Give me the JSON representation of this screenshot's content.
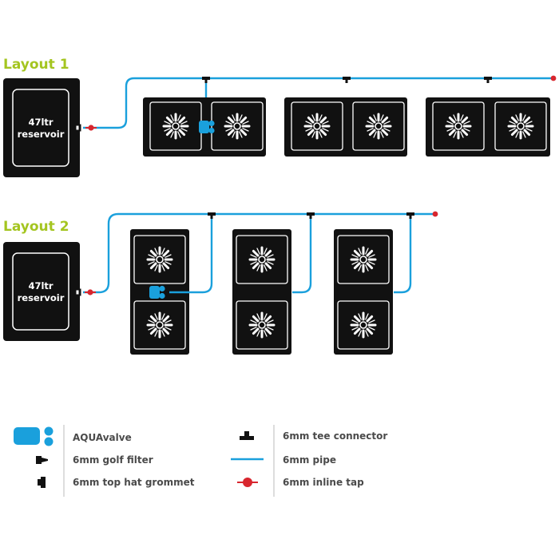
{
  "layouts": [
    {
      "title": "Layout 1",
      "reservoir": {
        "line1": "47ltr",
        "line2": "reservoir"
      }
    },
    {
      "title": "Layout 2",
      "reservoir": {
        "line1": "47ltr",
        "line2": "reservoir"
      }
    }
  ],
  "legend": [
    {
      "icon": "aquavalve-icon",
      "label": "AQUAvalve"
    },
    {
      "icon": "golf-filter-icon",
      "label": "6mm golf filter"
    },
    {
      "icon": "top-hat-grommet-icon",
      "label": "6mm top hat grommet"
    },
    {
      "icon": "tee-connector-icon",
      "label": "6mm tee connector"
    },
    {
      "icon": "pipe-icon",
      "label": "6mm pipe"
    },
    {
      "icon": "inline-tap-icon",
      "label": "6mm inline tap"
    }
  ],
  "colors": {
    "title": "#a4c520",
    "pipe": "#1aa0dc",
    "valve": "#1aa0dc",
    "tap": "#d8262e",
    "unit": "#111111",
    "legend_text": "#4a4a4a"
  }
}
